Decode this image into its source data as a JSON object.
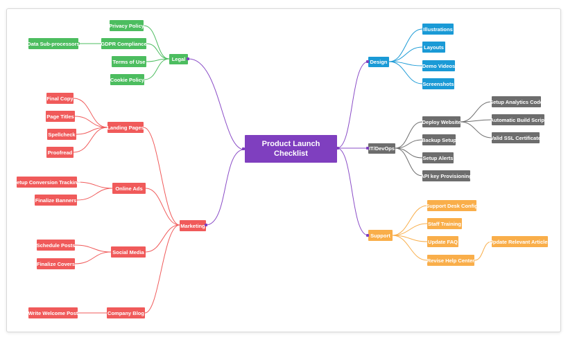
{
  "root": {
    "line1": "Product Launch",
    "line2": "Checklist",
    "color": "#7f3fbf"
  },
  "colors": {
    "legal": "#4cbd5f",
    "marketing": "#f05a5a",
    "design": "#1a9ad6",
    "itdevops": "#6d6d6d",
    "support": "#f9ae4a",
    "root_link": "#8a4cc7"
  },
  "legal": {
    "label": "Legal",
    "children": [
      "Privacy Policy",
      "GDPR Compliance",
      "Terms of Use",
      "Cookie Policy"
    ],
    "gdpr_child": "Data Sub-processors"
  },
  "marketing": {
    "label": "Marketing",
    "landing_pages": {
      "label": "Landing Pages",
      "children": [
        "Final Copy",
        "Page Titles",
        "Spellcheck",
        "Proofread"
      ]
    },
    "online_ads": {
      "label": "Online Ads",
      "children": [
        "Setup Conversion Tracking",
        "Finalize Banners"
      ]
    },
    "social_media": {
      "label": "Social Media",
      "children": [
        "Schedule Posts",
        "Finalize Covers"
      ]
    },
    "company_blog": {
      "label": "Company Blog",
      "children": [
        "Write Welcome Post"
      ]
    }
  },
  "design": {
    "label": "Design",
    "children": [
      "Illustrations",
      "Layouts",
      "Demo Videos",
      "Screenshots"
    ]
  },
  "itdevops": {
    "label": "IT/DevOps",
    "deploy": {
      "label": "Deploy Website",
      "children": [
        "Setup Analytics Code",
        "Automatic Build Script",
        "Valid SSL Certificate"
      ]
    },
    "children": [
      "Backup Setup",
      "Setup Alerts",
      "API key Provisioning"
    ]
  },
  "support": {
    "label": "Support",
    "children": [
      "Support Desk Config",
      "Staff Training",
      "Update FAQ"
    ],
    "help_center": {
      "label": "Revise Help Center",
      "children": [
        "Update Relevant Articles"
      ]
    }
  }
}
